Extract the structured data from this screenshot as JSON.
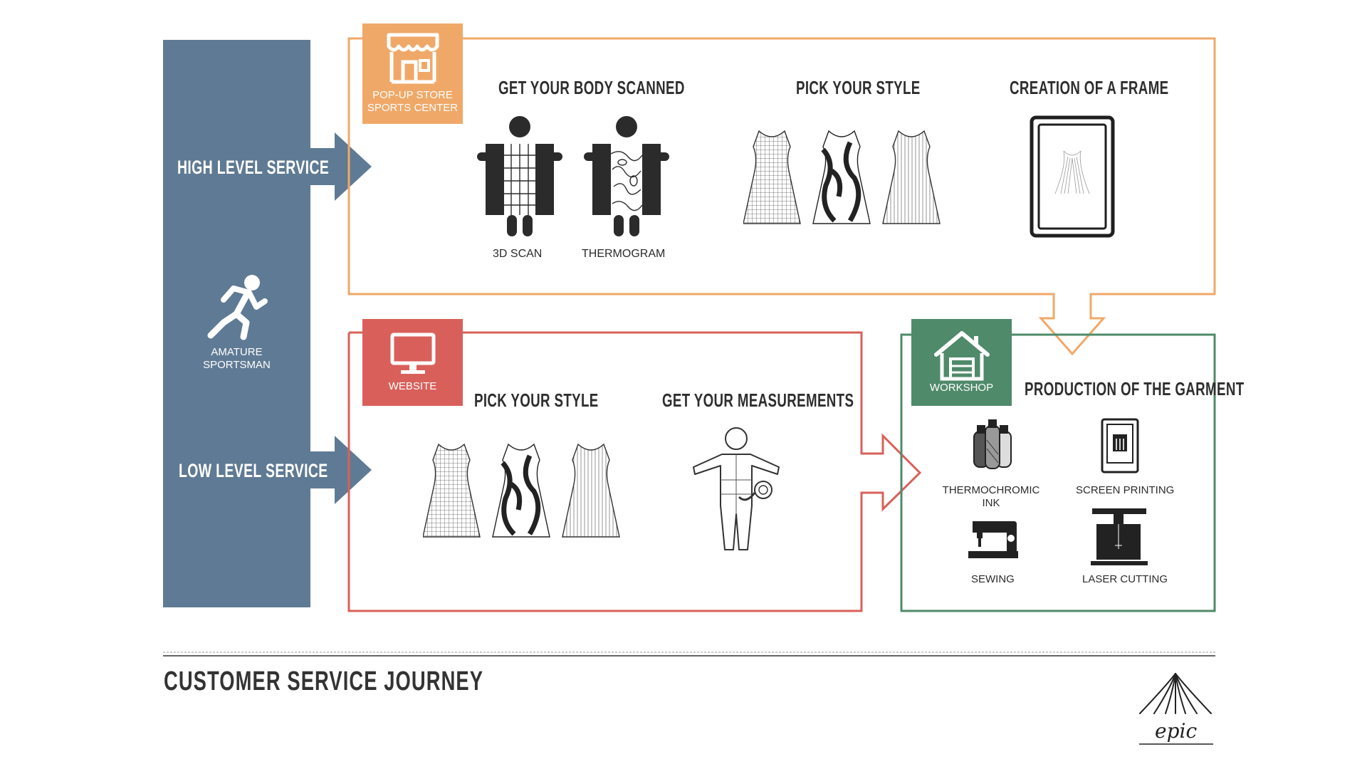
{
  "sidebar": {
    "high_level": "HIGH LEVEL SERVICE",
    "low_level": "LOW LEVEL SERVICE",
    "persona_line1": "AMATURE",
    "persona_line2": "SPORTSMAN"
  },
  "popup": {
    "badge_line1": "POP-UP STORE",
    "badge_line2": "SPORTS CENTER",
    "step1_title": "GET YOUR BODY SCANNED",
    "scan_label": "3D SCAN",
    "thermo_label": "THERMOGRAM",
    "step2_title": "PICK YOUR STYLE",
    "step3_title": "CREATION OF A FRAME"
  },
  "website": {
    "badge": "WEBSITE",
    "step1_title": "PICK YOUR STYLE",
    "step2_title": "GET YOUR MEASUREMENTS"
  },
  "workshop": {
    "badge": "WORKSHOP",
    "title": "PRODUCTION OF THE GARMENT",
    "ink_line1": "THERMOCHROMIC",
    "ink_line2": "INK",
    "screen_printing": "SCREEN PRINTING",
    "sewing": "SEWING",
    "laser_cutting": "LASER CUTTING"
  },
  "footer": {
    "title": "CUSTOMER SERVICE JOURNEY",
    "logo_text": "epic"
  },
  "colors": {
    "sidebar": "#5f7a94",
    "popup": "#f0a868",
    "website": "#d9605a",
    "workshop": "#4f8a6a"
  }
}
